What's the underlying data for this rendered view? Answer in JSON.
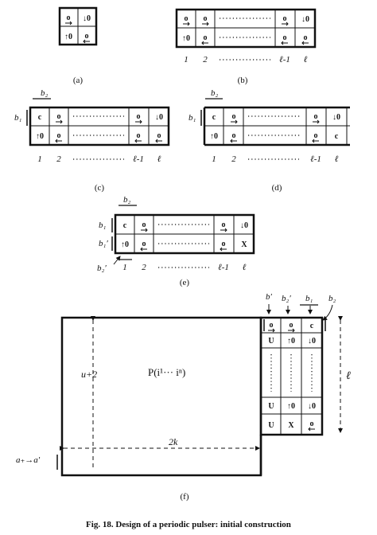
{
  "cells": {
    "o_right": "o",
    "o_left": "o",
    "up_zero": "↑0",
    "down_zero": "↓0",
    "c": "c",
    "x": "X",
    "u": "U"
  },
  "panels": {
    "a": {
      "label": "(a)"
    },
    "b": {
      "label": "(b)",
      "idx": [
        "1",
        "2",
        "ℓ-1",
        "ℓ"
      ]
    },
    "c": {
      "label": "(c)",
      "idx": [
        "1",
        "2",
        "ℓ-1",
        "ℓ"
      ],
      "b1": "b₁",
      "b2": "b₂"
    },
    "d": {
      "label": "(d)",
      "idx": [
        "1",
        "2",
        "ℓ-1",
        "ℓ"
      ],
      "b1": "b₁",
      "b2": "b₂"
    },
    "e": {
      "label": "(e)",
      "idx": [
        "1",
        "2",
        "ℓ-1",
        "ℓ"
      ],
      "b1": "b₁",
      "b1p": "b₁′",
      "b2": "b₂",
      "b2p": "b₂′"
    },
    "f": {
      "label": "(f)",
      "center": "P(i¹··· iⁿ)",
      "height_label": "u+2",
      "width_label": "2k",
      "corner_label": "a₊→a′",
      "right_label": "ℓ",
      "col_labels": [
        "b′",
        "b₂′",
        "b₁",
        "b₂"
      ]
    }
  },
  "caption": "Fig. 18. Design of a periodic pulser: initial construction"
}
